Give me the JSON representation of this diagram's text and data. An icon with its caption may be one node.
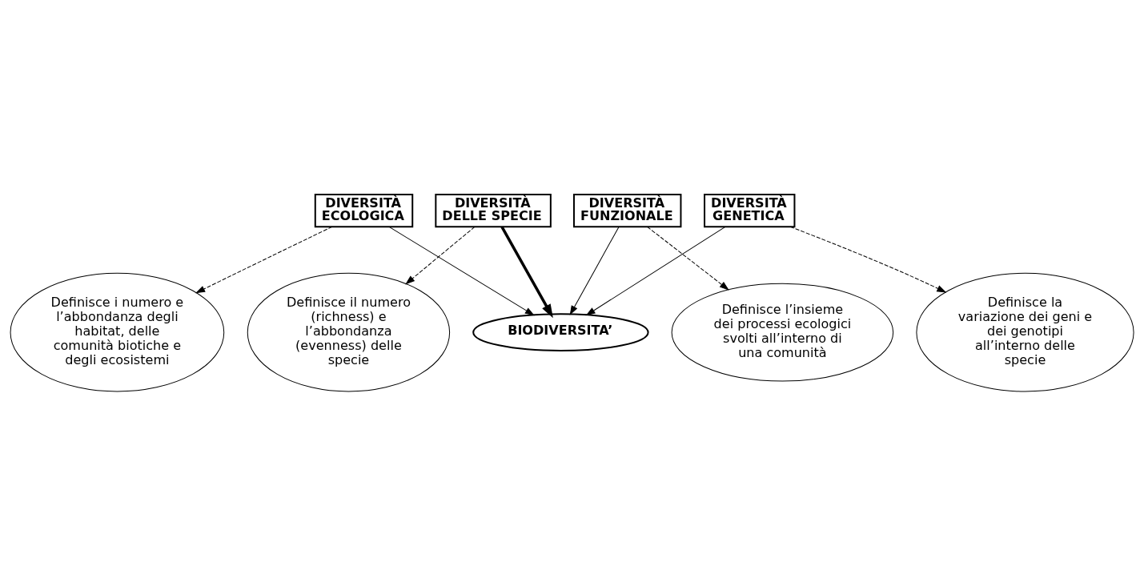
{
  "diagram": {
    "nodes": [
      {
        "text": [
          "DIVERSITÀ ECOLOGICA"
        ]
      },
      {
        "text": [
          "DIVERSITÀ DELLE SPECIE"
        ]
      },
      {
        "text": [
          "DIVERSITÀ FUNZIONALE"
        ]
      },
      {
        "text": [
          "DIVERSITÀ GENETICA"
        ]
      },
      {
        "text": [
          "BIODIVERSITA’"
        ]
      },
      {
        "text": [
          "Definisce i numero e l’abbondanza degli habitat, delle comunità biotiche e degli ecosistemi"
        ]
      },
      {
        "text": [
          "Definisce il numero (richness) e l’abbondanza (evenness) delle specie"
        ]
      },
      {
        "text": [
          "Definisce la variazione dei geni e dei genotipi all’interno delle specie"
        ]
      },
      {
        "text": [
          "Definisce l’insieme dei processi ecologici svolti all’interno di una comunità"
        ]
      }
    ],
    "edges": [
      {
        "from": 0,
        "to": 4,
        "arrow": "to"
      },
      {
        "from": 1,
        "to": 4,
        "arrow": "to",
        "style": "thick"
      },
      {
        "from": 2,
        "to": 4,
        "arrow": "to"
      },
      {
        "from": 3,
        "to": 4,
        "arrow": "to"
      },
      {
        "from": 0,
        "to": 5,
        "arrow": "to",
        "style": "dashed"
      },
      {
        "from": 1,
        "to": 6,
        "arrow": "to",
        "style": "dashed"
      },
      {
        "from": 2,
        "to": 8,
        "arrow": "to",
        "style": "dashed"
      },
      {
        "from": 3,
        "to": 7,
        "arrow": "to",
        "style": "dashed"
      }
    ]
  }
}
